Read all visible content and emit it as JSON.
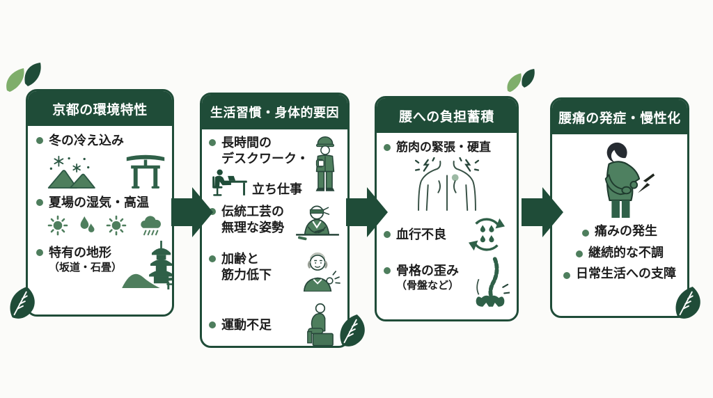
{
  "colors": {
    "dark_green": "#1f4c38",
    "mid_green": "#4e7e5d",
    "light_green": "#7fae6b",
    "text": "#1c1c1c",
    "panel_bg": "#ffffff",
    "page_bg": "#fbfbf9"
  },
  "panels": [
    {
      "title": "京都の環境特性",
      "items": [
        {
          "text": "冬の冷え込み",
          "icons": [
            "snowflakes-mountains-icon",
            "torii-gate-icon"
          ]
        },
        {
          "text": "夏場の湿気・高温",
          "icons": [
            "sun-icon",
            "water-drops-icon",
            "sun-icon",
            "rain-cloud-icon"
          ]
        },
        {
          "text": "特有の地形",
          "sub": "（坂道・石畳）",
          "icons": [
            "pagoda-hill-icon"
          ]
        }
      ]
    },
    {
      "title": "生活習慣・身体的要因",
      "items": [
        {
          "lines": [
            "長時間の",
            "デスクワーク・",
            "立ち仕事"
          ],
          "icons": [
            "desk-worker-icon",
            "standing-worker-icon"
          ]
        },
        {
          "lines": [
            "伝統工芸の",
            "無理な姿勢"
          ],
          "icons": [
            "craftsman-icon"
          ]
        },
        {
          "lines": [
            "加齢と",
            "筋力低下"
          ],
          "icons": [
            "elderly-man-icon"
          ]
        },
        {
          "lines": [
            "運動不足"
          ],
          "icons": [
            "sitting-person-icon"
          ]
        }
      ]
    },
    {
      "title": "腰への負担蓄積",
      "items": [
        {
          "text": "筋肉の緊張・硬直",
          "icons": [
            "back-muscle-pain-icon"
          ]
        },
        {
          "text": "血行不良",
          "icons": [
            "blood-circulation-icon"
          ]
        },
        {
          "text": "骨格の歪み",
          "sub": "（骨盤など）",
          "icons": [
            "spine-pelvis-icon"
          ]
        }
      ]
    },
    {
      "title": "腰痛の発症・慢性化",
      "illustration": "man-holding-back-icon",
      "items": [
        {
          "text": "痛みの発生"
        },
        {
          "text": "継続的な不調"
        },
        {
          "text": "日常生活への支障"
        }
      ]
    }
  ]
}
